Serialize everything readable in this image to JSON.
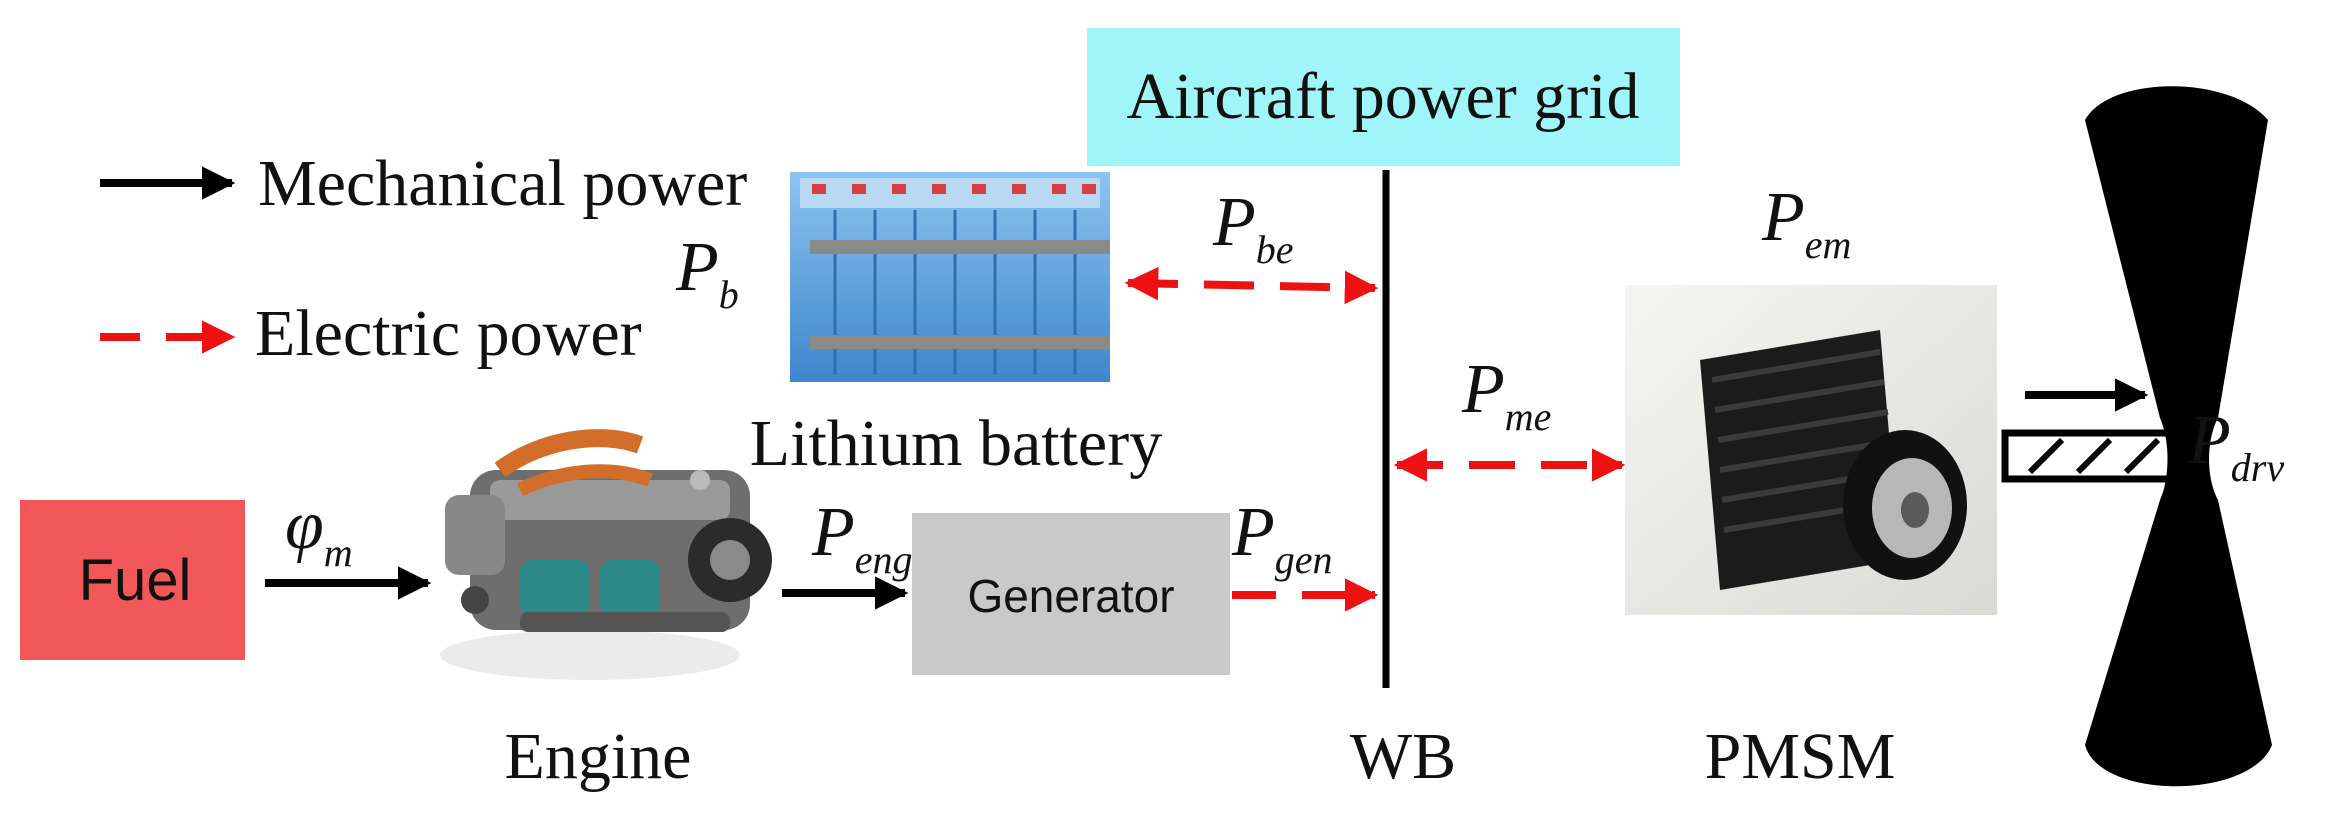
{
  "grid": {
    "label": "Aircraft power grid",
    "bus_label": "WB"
  },
  "legend": {
    "mechanical": "Mechanical power",
    "electric": "Electric power"
  },
  "components": {
    "fuel": "Fuel",
    "engine": "Engine",
    "generator": "Generator",
    "battery": "Lithium battery",
    "motor": "PMSM"
  },
  "symbols": {
    "phi_m": {
      "base": "φ",
      "sub": "m"
    },
    "P_eng": {
      "base": "P",
      "sub": "eng"
    },
    "P_gen": {
      "base": "P",
      "sub": "gen"
    },
    "P_b": {
      "base": "P",
      "sub": "b"
    },
    "P_be": {
      "base": "P",
      "sub": "be"
    },
    "P_me": {
      "base": "P",
      "sub": "me"
    },
    "P_em": {
      "base": "P",
      "sub": "em"
    },
    "P_drv": {
      "base": "P",
      "sub": "drv"
    }
  },
  "colors": {
    "fuel_box": "#f2575a",
    "grid_box": "#9ff5f7",
    "generator_box": "#c9c9c9",
    "electric_arrow": "#ee1111",
    "mechanical_arrow": "#000000",
    "battery_body": "#5ba3e0",
    "motor_body": "#1b1b1b"
  },
  "icons": {
    "battery": "lithium-battery-pack-photo",
    "engine": "aircraft-engine-photo",
    "motor": "pmsm-motor-photo",
    "propeller": "propeller-icon"
  }
}
